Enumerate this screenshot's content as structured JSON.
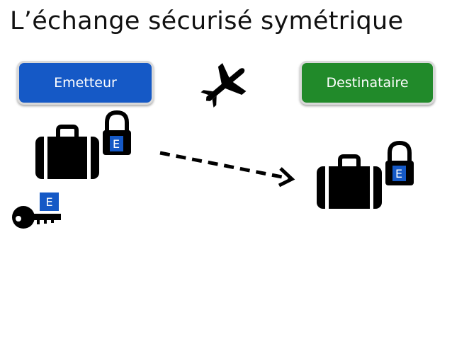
{
  "title": "L’échange sécurisé symétrique",
  "sender": {
    "label": "Emetteur",
    "color": "#1559c6"
  },
  "receiver": {
    "label": "Destinataire",
    "color": "#218a2a"
  },
  "key_badge": "E",
  "icons": [
    "airplane-icon",
    "suitcase-icon",
    "padlock-icon",
    "key-icon",
    "dashed-arrow"
  ]
}
